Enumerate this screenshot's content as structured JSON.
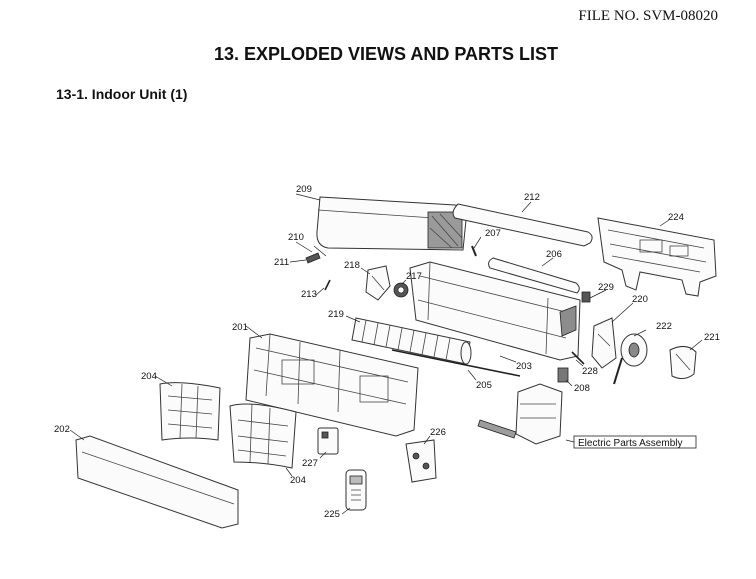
{
  "header": {
    "file_no": "FILE NO. SVM-08020"
  },
  "section_title": "13.  EXPLODED VIEWS AND PARTS LIST",
  "subsection_title": "13-1.  Indoor Unit (1)",
  "callouts": {
    "c201": "201",
    "c202": "202",
    "c203": "203",
    "c204a": "204",
    "c204b": "204",
    "c205": "205",
    "c206": "206",
    "c207": "207",
    "c208": "208",
    "c209": "209",
    "c210": "210",
    "c211": "211",
    "c212": "212",
    "c213": "213",
    "c217": "217",
    "c218": "218",
    "c219": "219",
    "c220": "220",
    "c221": "221",
    "c222": "222",
    "c224": "224",
    "c225": "225",
    "c226": "226",
    "c227": "227",
    "c228": "228",
    "c229": "229"
  },
  "assembly_label": "Electric Parts Assembly"
}
